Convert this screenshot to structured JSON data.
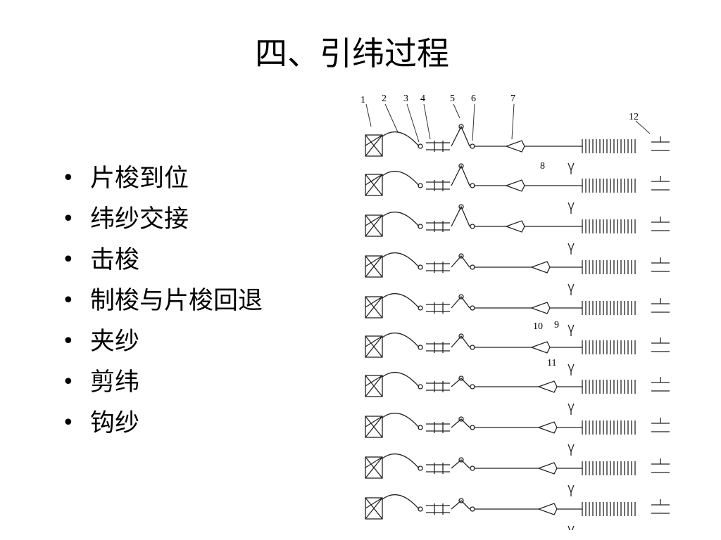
{
  "title": "四、引纬过程",
  "bullets": [
    "片梭到位",
    "纬纱交接",
    "击梭",
    "制梭与片梭回退",
    "夹纱",
    "剪纬",
    "钩纱"
  ],
  "diagram": {
    "labels": [
      "1",
      "2",
      "3",
      "4",
      "5",
      "6",
      "7",
      "8",
      "9",
      "10",
      "11",
      "12"
    ],
    "steps": 10
  }
}
